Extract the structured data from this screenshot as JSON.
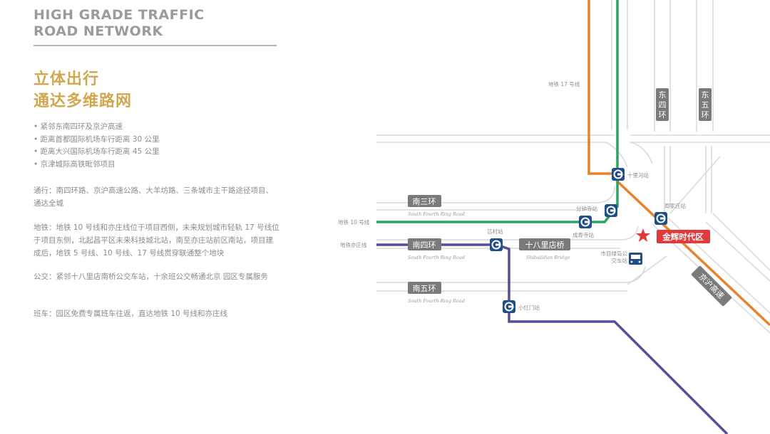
{
  "title_en": [
    "HIGH GRADE TRAFFIC",
    "ROAD NETWORK"
  ],
  "title_cn": [
    "立体出行",
    "通达多维路网"
  ],
  "bullets": [
    "紧邻东南四环及京沪高速",
    "距离首都国际机场车行距离 30 公里",
    "距离大兴国际机场车行距离 45 公里",
    "京津城际高铁毗邻项目"
  ],
  "paragraphs": [
    "通行：南四环路、京沪高速公路、大羊坊路、三条城市主干路途径项目、通达全城",
    "地铁：地铁 10 号线和亦庄线位于项目西侧，未来规划城市轻轨 17 号线位于项目东侧，北起昌平区未来科技城北站，南至亦庄站前区南站，项目建成后，地铁 5 号线、10 号线、17 号线贯穿联通整个地块",
    "公交：紧邻十八里店南桥公交车站，十余班公交畅通北京 园区专属服务",
    "班车：园区免费专属班车往返，直达地铁 10 号线和亦庄线"
  ],
  "map": {
    "road_labels": {
      "dongsihuan": "东四环",
      "dongwuhuan": "东五环",
      "nansanhuan": "南三环",
      "nansihuan": "南四环",
      "nanwuhuan": "南五环",
      "shibalidian": "十八里店桥",
      "jinghu": "京沪高速",
      "ring_sub": "South Fourth Ring Road",
      "bridge_sub": "Shibalidian Bridge"
    },
    "line_labels": {
      "line17": "地铁 17 号线",
      "line10": "地铁 10 号线",
      "yizhuang": "地铁亦庄线"
    },
    "stations": {
      "shilihe": "十里河站",
      "fenzhongsi": "分钟寺站",
      "chengshousi": "成寿寺站",
      "zhoujiazhuang": "周家庄站",
      "lvcun": "吕村站",
      "xiaohongmen": "小红门站",
      "bus_stop": "市目绿岛公交车站"
    },
    "project": "金辉时代区",
    "colors": {
      "line10": "#2ea365",
      "line17": "#e9822c",
      "yizhuang": "#5b4c9b",
      "road": "#d9d9d9",
      "project": "#e23a3c",
      "station": "#1f4e8a"
    }
  }
}
